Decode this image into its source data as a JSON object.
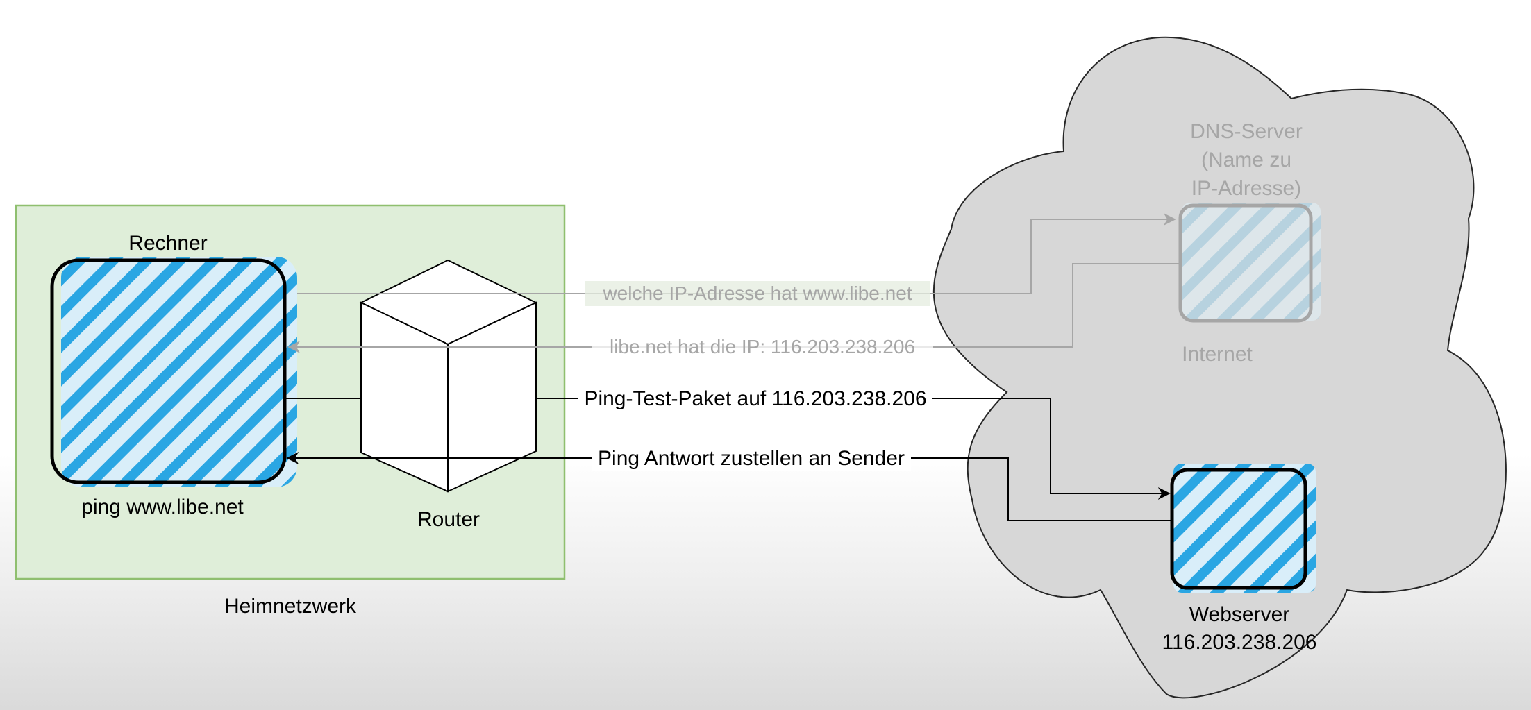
{
  "home_network": {
    "label": "Heimnetzwerk",
    "fill": "#dfeed9",
    "stroke": "#8fbf6f"
  },
  "computer": {
    "label": "Rechner",
    "command": "ping www.libe.net",
    "hatch_color": "#2aa6e3"
  },
  "router": {
    "label": "Router"
  },
  "internet": {
    "label": "Internet",
    "cloud_fill": "#d7d7d7",
    "faded_text_color": "#a6a6a6"
  },
  "dns_server": {
    "label_lines": [
      "DNS-Server",
      "(Name zu",
      "IP-Adresse)"
    ]
  },
  "webserver": {
    "label": "Webserver",
    "ip": "116.203.238.206"
  },
  "messages": {
    "dns_query": "welche IP-Adresse hat www.libe.net",
    "dns_answer": "libe.net hat die IP: 116.203.238.206",
    "ping_request": "Ping-Test-Paket auf 116.203.238.206",
    "ping_reply": "Ping Antwort zustellen an Sender"
  }
}
